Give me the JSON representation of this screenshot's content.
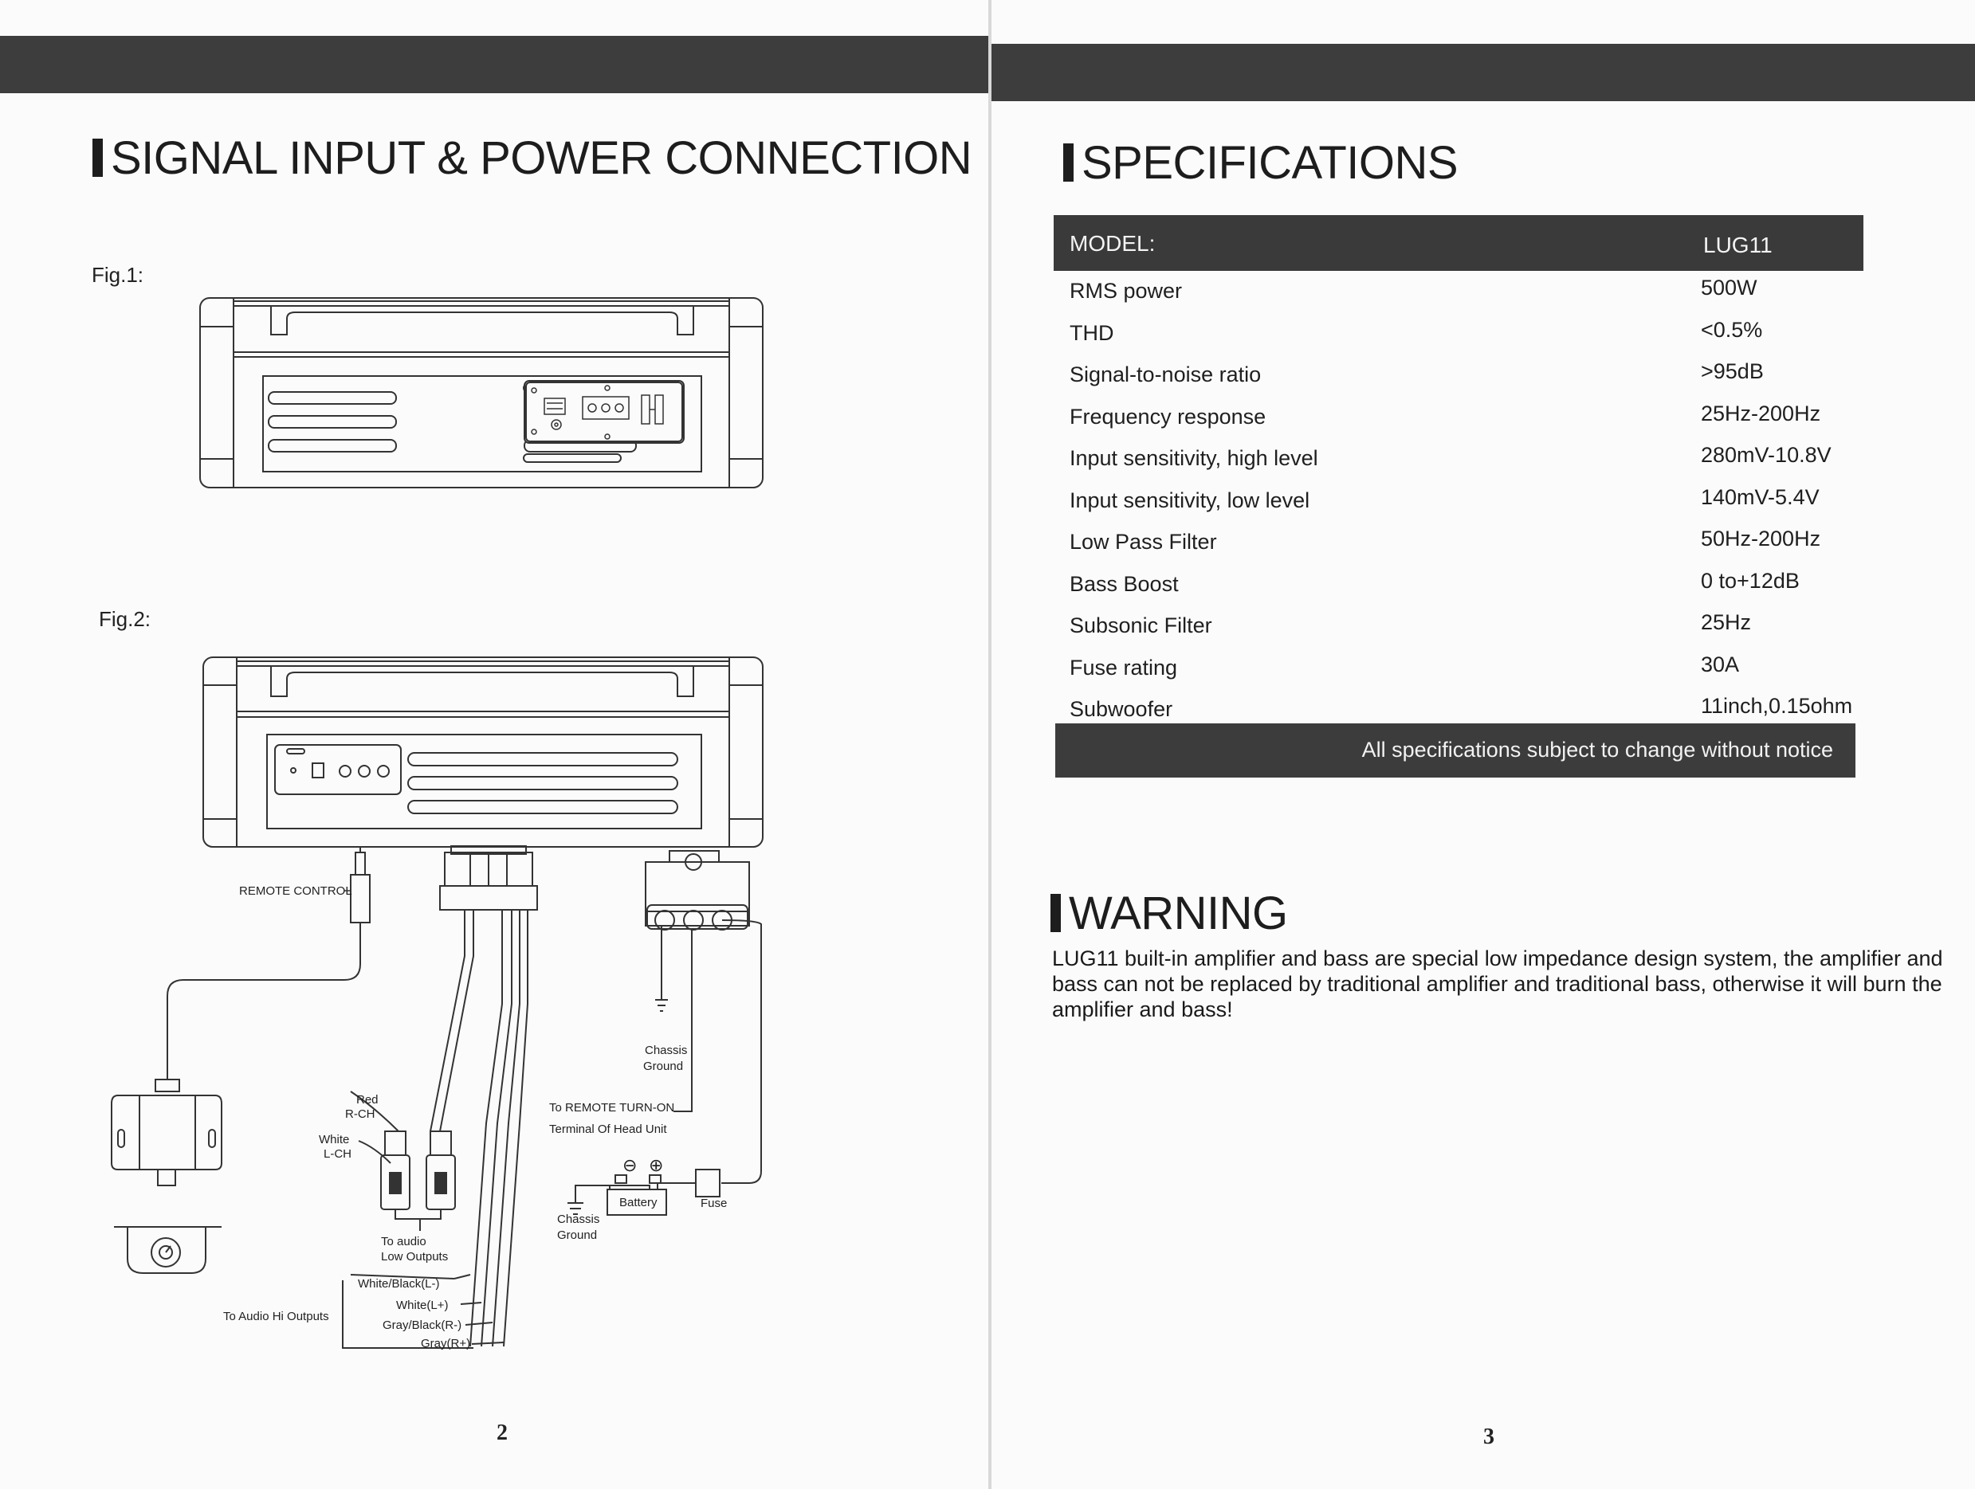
{
  "left_page": {
    "title": "SIGNAL INPUT & POWER CONNECTION",
    "fig1_label": "Fig.1:",
    "fig2_label": "Fig.2:",
    "page_number": "2",
    "diagram_labels": {
      "remote_control": "REMOTE CONTROL",
      "red": "Red",
      "r_ch": "R-CH",
      "white": "White",
      "l_ch": "L-CH",
      "to_audio": "To audio",
      "low_outputs": "Low Outputs",
      "white_black_l": "White/Black(L-)",
      "white_l_plus": "White(L+)",
      "gray_black_r": "Gray/Black(R-)",
      "gray_r_plus": "Gray(R+)",
      "to_audio_hi_outputs": "To Audio Hi Outputs",
      "chassis": "Chassis",
      "ground": "Ground",
      "to_remote_turn_on": "To REMOTE TURN-ON",
      "terminal_of_head_unit": "Terminal Of Head Unit",
      "battery": "Battery",
      "fuse": "Fuse",
      "minus": "⊖",
      "plus": "⊕"
    }
  },
  "right_page": {
    "title": "SPECIFICATIONS",
    "page_number": "3",
    "table": {
      "header": {
        "label": "MODEL:",
        "value": "LUG11"
      },
      "rows": [
        {
          "name": "RMS power",
          "value": "500W"
        },
        {
          "name": "THD",
          "value": "<0.5%"
        },
        {
          "name": "Signal-to-noise ratio",
          "value": ">95dB"
        },
        {
          "name": "Frequency response",
          "value": "25Hz-200Hz"
        },
        {
          "name": "Input sensitivity, high level",
          "value": "280mV-10.8V"
        },
        {
          "name": "Input sensitivity, low level",
          "value": "140mV-5.4V"
        },
        {
          "name": "Low Pass Filter",
          "value": "50Hz-200Hz"
        },
        {
          "name": "Bass Boost",
          "value": "0 to+12dB"
        },
        {
          "name": "Subsonic Filter",
          "value": "25Hz"
        },
        {
          "name": "Fuse rating",
          "value": "30A"
        },
        {
          "name": "Subwoofer",
          "value": "11inch,0.15ohm"
        }
      ],
      "footer": "All specifications subject to change without notice"
    },
    "warning_title": "WARNING",
    "warning_text": "LUG11 built-in amplifier and bass are special low impedance design system, the amplifier and bass can not be replaced by traditional amplifier and traditional bass, otherwise it will burn the amplifier and bass!"
  }
}
